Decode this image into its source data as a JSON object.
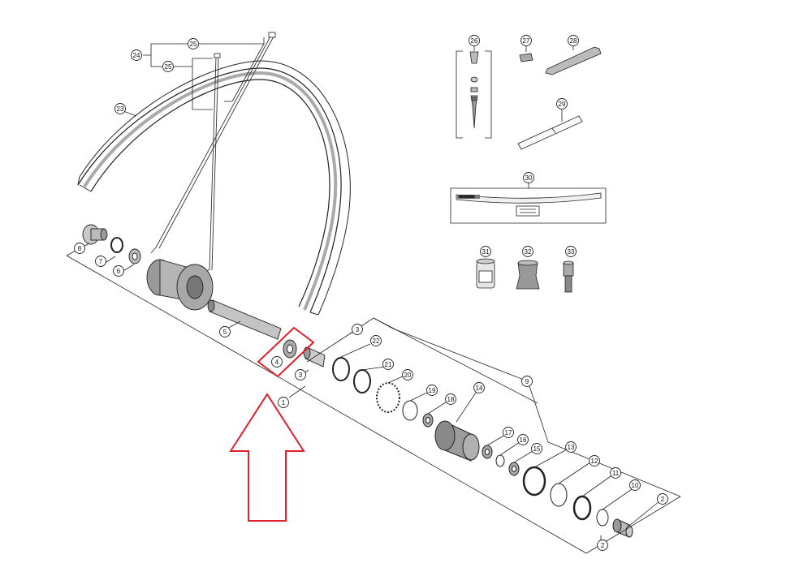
{
  "diagram": {
    "callouts": {
      "c1": "1",
      "c2a": "2",
      "c2b": "2",
      "c3a": "3",
      "c3b": "3",
      "c4": "4",
      "c5": "5",
      "c6": "6",
      "c7": "7",
      "c8": "8",
      "c9": "9",
      "c10": "10",
      "c11": "11",
      "c12": "12",
      "c13": "13",
      "c14": "14",
      "c15": "15",
      "c16": "16",
      "c17": "17",
      "c18": "18",
      "c19": "19",
      "c20": "20",
      "c21": "21",
      "c22": "22",
      "c23": "23",
      "c24": "24",
      "c25a": "25",
      "c25b": "25",
      "c26": "26",
      "c27": "27",
      "c28": "28",
      "c29": "29",
      "c30": "30",
      "c31": "31",
      "c32": "32",
      "c33": "33"
    },
    "label_30_warning": "WARNING",
    "highlight": {
      "target_part": "4",
      "color": "#e0202a"
    }
  }
}
